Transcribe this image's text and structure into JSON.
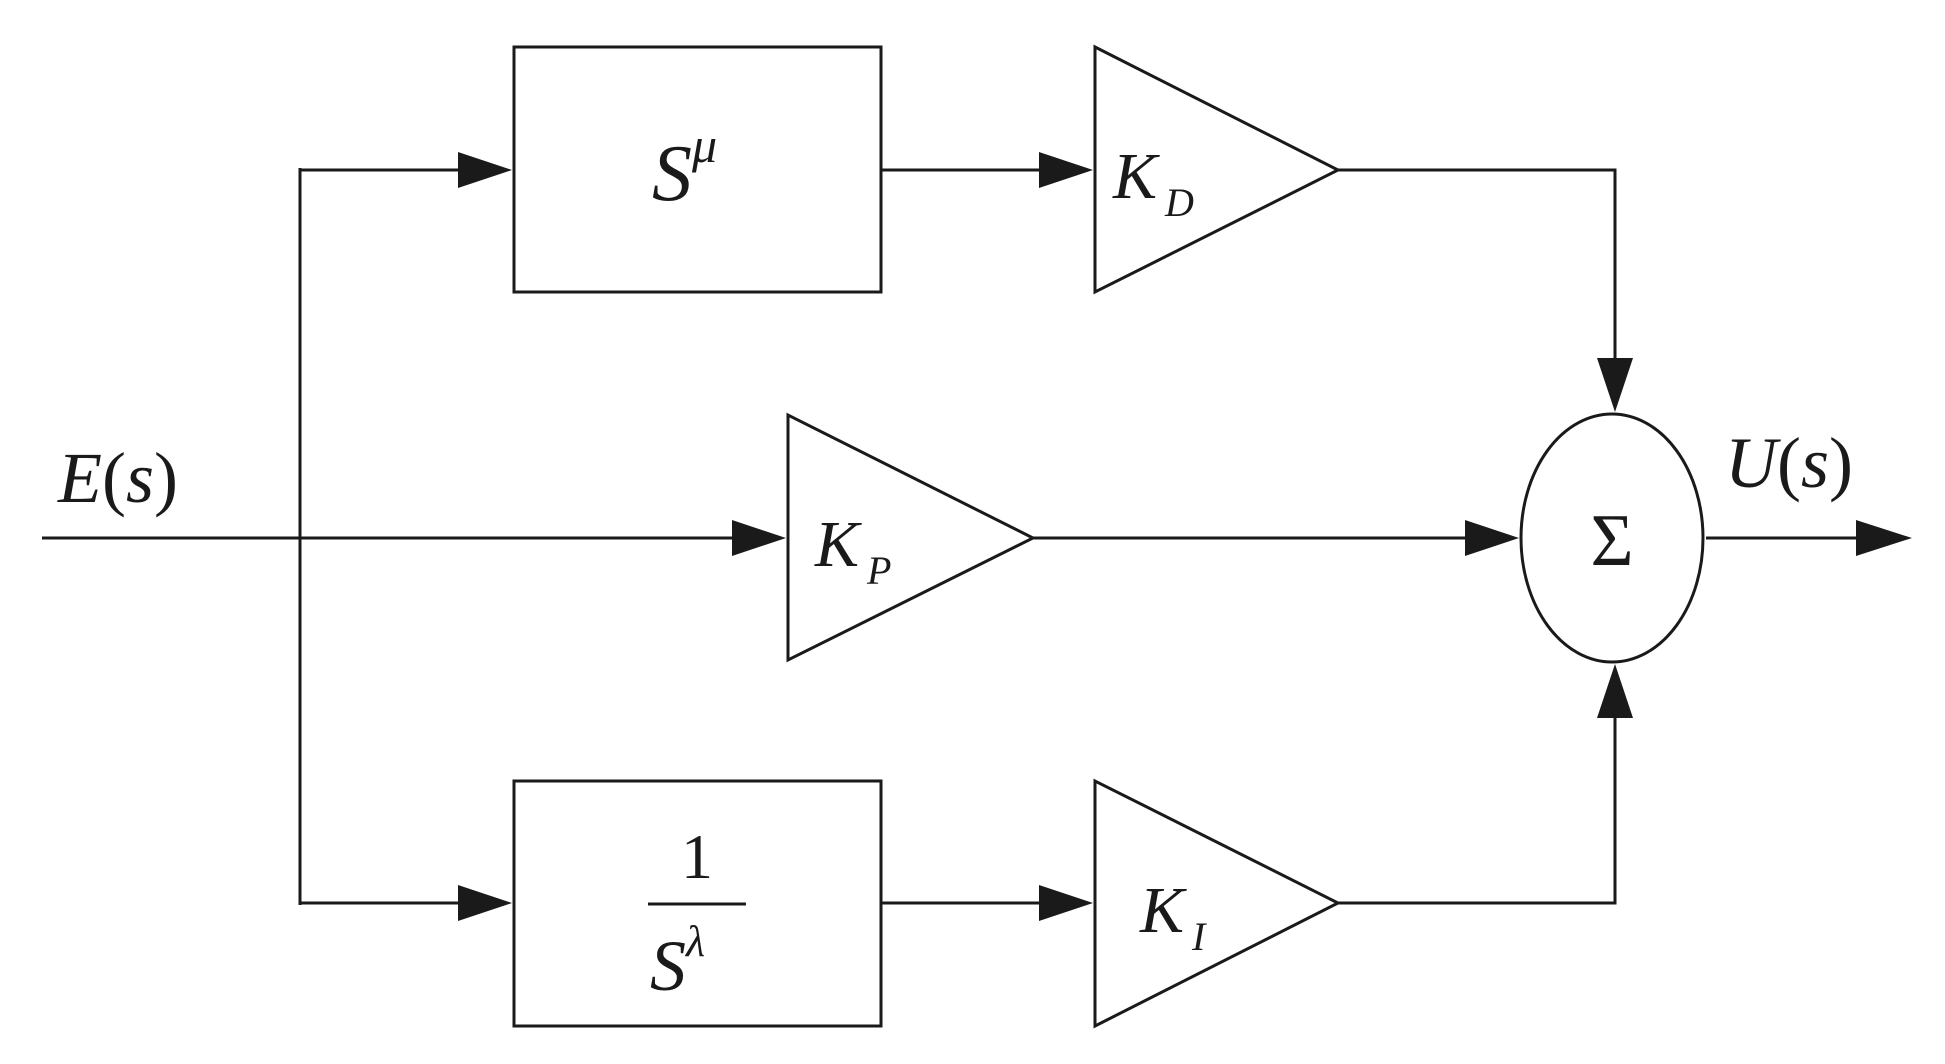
{
  "diagram": {
    "input": {
      "name": "E",
      "arg": "s"
    },
    "output": {
      "name": "U",
      "arg": "s"
    },
    "derivative_block": {
      "base": "S",
      "exponent": "μ"
    },
    "integral_block": {
      "numerator": "1",
      "base": "S",
      "exponent": "λ"
    },
    "gain_derivative": {
      "base": "K",
      "subscript": "D"
    },
    "gain_proportional": {
      "base": "K",
      "subscript": "P"
    },
    "gain_integral": {
      "base": "K",
      "subscript": "I"
    },
    "summer": {
      "symbol": "Σ"
    }
  }
}
